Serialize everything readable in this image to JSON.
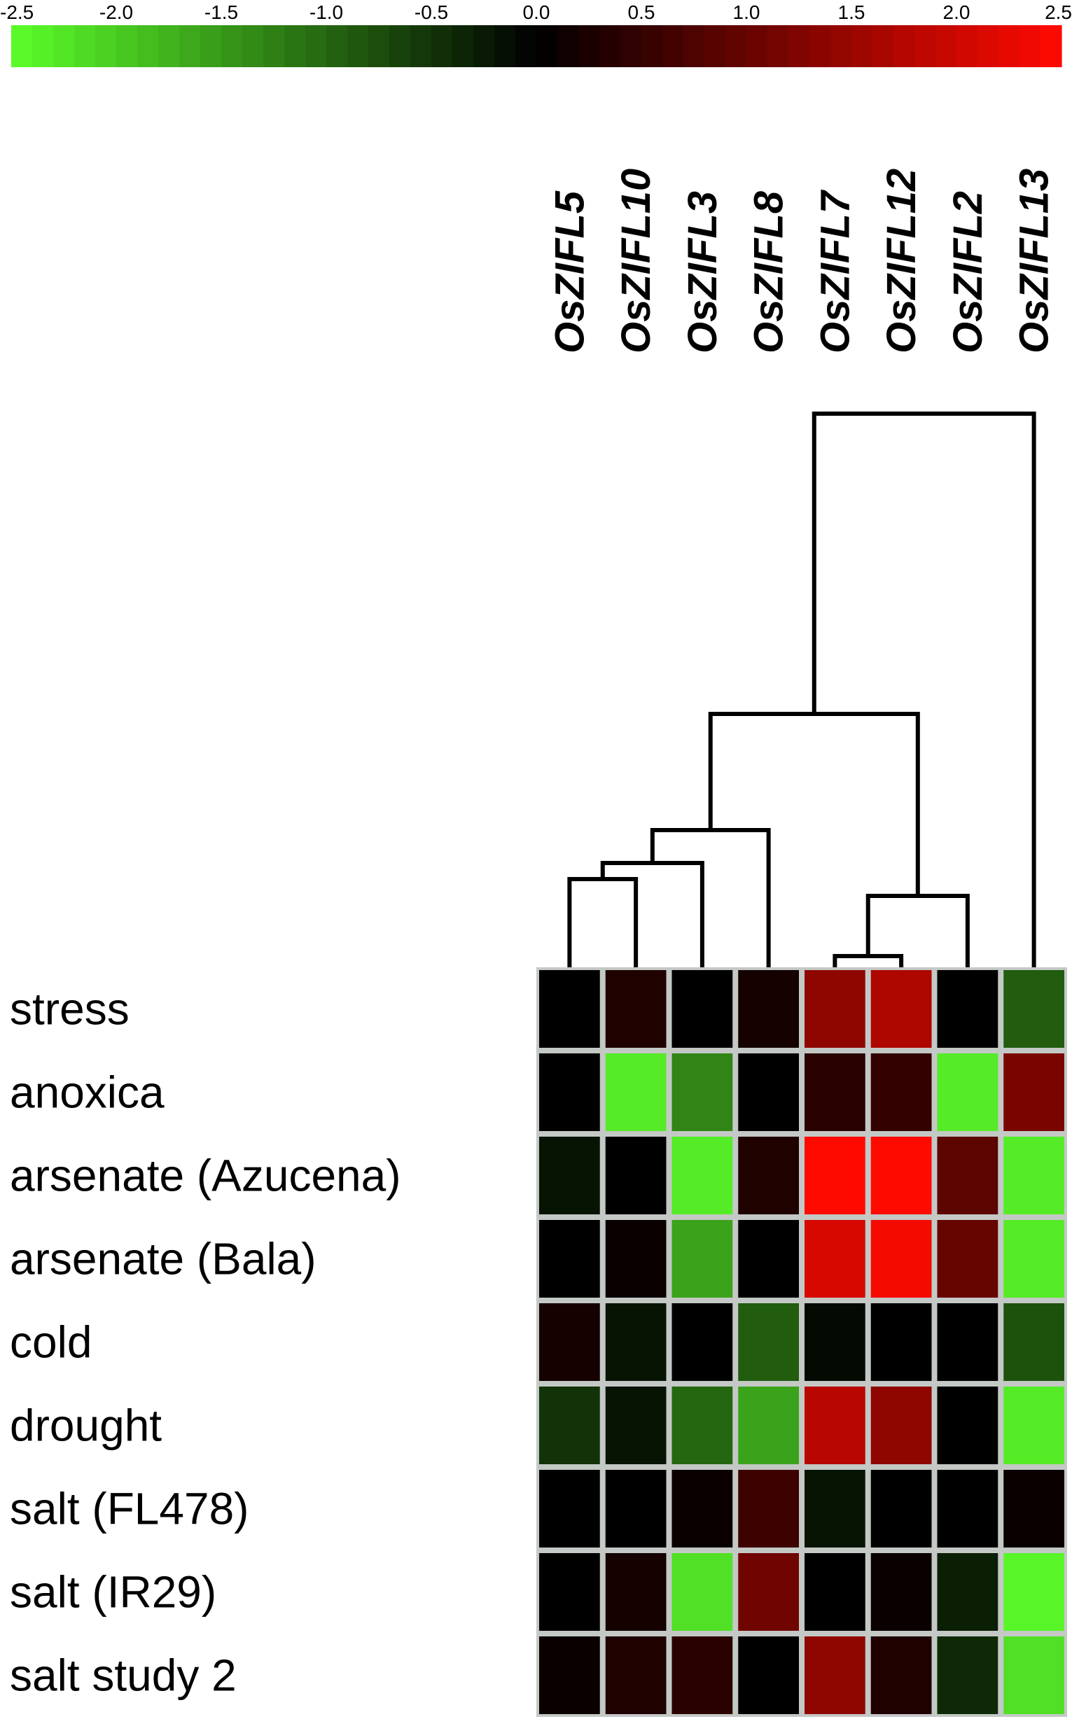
{
  "chart_data": {
    "type": "heatmap",
    "title": "",
    "color_scale": {
      "min": -2.5,
      "max": 2.5,
      "tick_labels": [
        "-2.5",
        "-2.0",
        "-1.5",
        "-1.0",
        "-0.5",
        "0.0",
        "0.5",
        "1.0",
        "1.5",
        "2.0",
        "2.5"
      ],
      "low_color": "#5cff2a",
      "mid_color": "#000000",
      "high_color": "#ff0a00"
    },
    "columns": [
      "OsZIFL5",
      "OsZIFL10",
      "OsZIFL3",
      "OsZIFL8",
      "OsZIFL7",
      "OsZIFL12",
      "OsZIFL2",
      "OsZIFL13"
    ],
    "rows": [
      "stress",
      "anoxica",
      "arsenate (Azucena)",
      "arsenate (Bala)",
      "cold",
      "drought",
      "salt (FL478)",
      "salt (IR29)",
      "salt study 2"
    ],
    "values": [
      [
        0.0,
        0.3,
        0.0,
        0.2,
        1.4,
        1.7,
        0.0,
        -0.9
      ],
      [
        0.0,
        -2.3,
        -1.3,
        0.0,
        0.4,
        0.5,
        -2.3,
        1.2
      ],
      [
        -0.2,
        0.0,
        -2.3,
        0.3,
        2.5,
        2.5,
        0.9,
        -2.3
      ],
      [
        0.0,
        0.1,
        -1.6,
        0.0,
        2.1,
        2.4,
        1.0,
        -2.3
      ],
      [
        0.2,
        -0.2,
        0.0,
        -0.9,
        -0.1,
        0.0,
        0.0,
        -0.8
      ],
      [
        -0.5,
        -0.2,
        -1.0,
        -1.6,
        1.8,
        1.4,
        0.0,
        -2.3
      ],
      [
        0.0,
        0.0,
        0.1,
        0.6,
        -0.2,
        0.0,
        0.0,
        0.1
      ],
      [
        0.0,
        0.2,
        -2.2,
        1.1,
        0.0,
        0.1,
        -0.3,
        -2.4
      ],
      [
        0.1,
        0.3,
        0.4,
        0.0,
        1.4,
        0.3,
        -0.4,
        -2.2
      ]
    ],
    "grid_color": "#c4c9c6",
    "dendrogram": "column clustering tree"
  }
}
